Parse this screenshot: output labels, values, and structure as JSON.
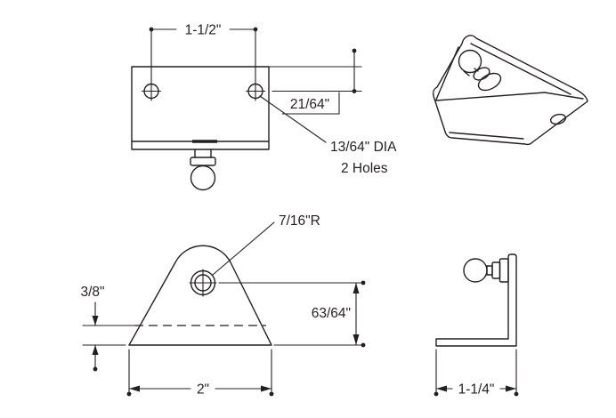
{
  "colors": {
    "line": "#231f20",
    "background": "#ffffff"
  },
  "labels": {
    "hole_spacing": "1-1/2\"",
    "hole_offset": "21/64\"",
    "hole_dia": "13/64\" DIA",
    "hole_count": "2 Holes",
    "corner_radius": "7/16\"R",
    "flange_height": "3/8\"",
    "hole_center_height": "63/64\"",
    "base_width": "2\"",
    "bracket_depth": "1-1/4\""
  }
}
